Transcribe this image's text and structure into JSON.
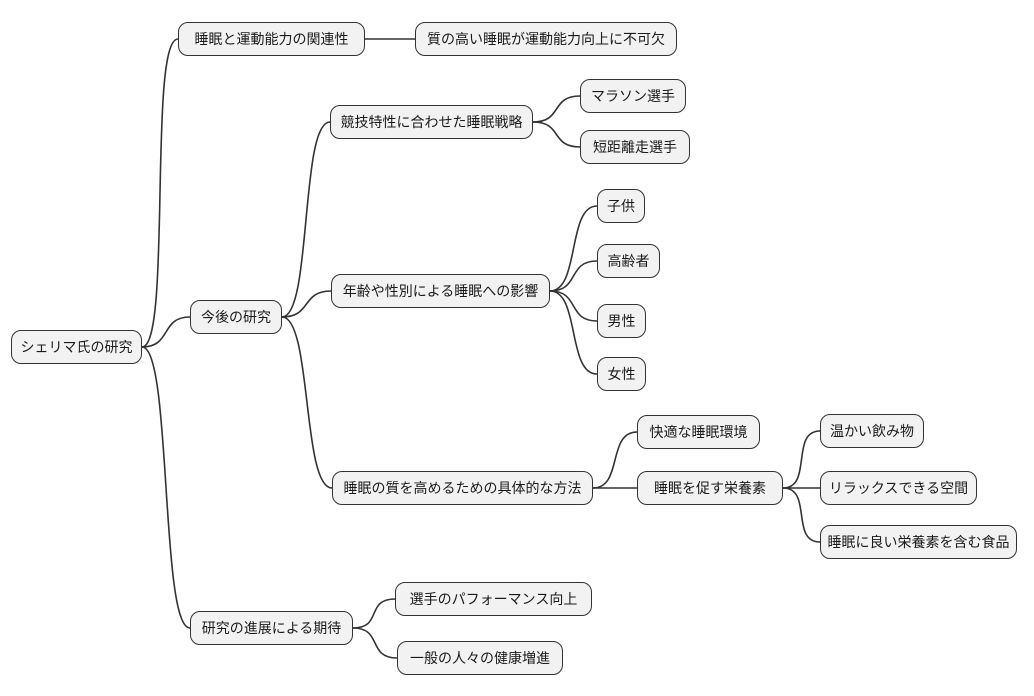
{
  "diagram": {
    "type": "mindmap",
    "colors": {
      "background": "#ffffff",
      "node_fill": "#f2f2f2",
      "node_border": "#333333",
      "link": "#333333",
      "text": "#1a1a1a"
    },
    "root": {
      "label": "シェリマ氏の研究",
      "children": [
        {
          "label": "睡眠と運動能力の関連性",
          "children": [
            {
              "label": "質の高い睡眠が運動能力向上に不可欠"
            }
          ]
        },
        {
          "label": "今後の研究",
          "children": [
            {
              "label": "競技特性に合わせた睡眠戦略",
              "children": [
                {
                  "label": "マラソン選手"
                },
                {
                  "label": "短距離走選手"
                }
              ]
            },
            {
              "label": "年齢や性別による睡眠への影響",
              "children": [
                {
                  "label": "子供"
                },
                {
                  "label": "高齢者"
                },
                {
                  "label": "男性"
                },
                {
                  "label": "女性"
                }
              ]
            },
            {
              "label": "睡眠の質を高めるための具体的な方法",
              "children": [
                {
                  "label": "快適な睡眠環境"
                },
                {
                  "label": "睡眠を促す栄養素",
                  "children": [
                    {
                      "label": "温かい飲み物"
                    },
                    {
                      "label": "リラックスできる空間"
                    },
                    {
                      "label": "睡眠に良い栄養素を含む食品"
                    }
                  ]
                }
              ]
            }
          ]
        },
        {
          "label": "研究の進展による期待",
          "children": [
            {
              "label": "選手のパフォーマンス向上"
            },
            {
              "label": "一般の人々の健康増進"
            }
          ]
        }
      ]
    }
  }
}
